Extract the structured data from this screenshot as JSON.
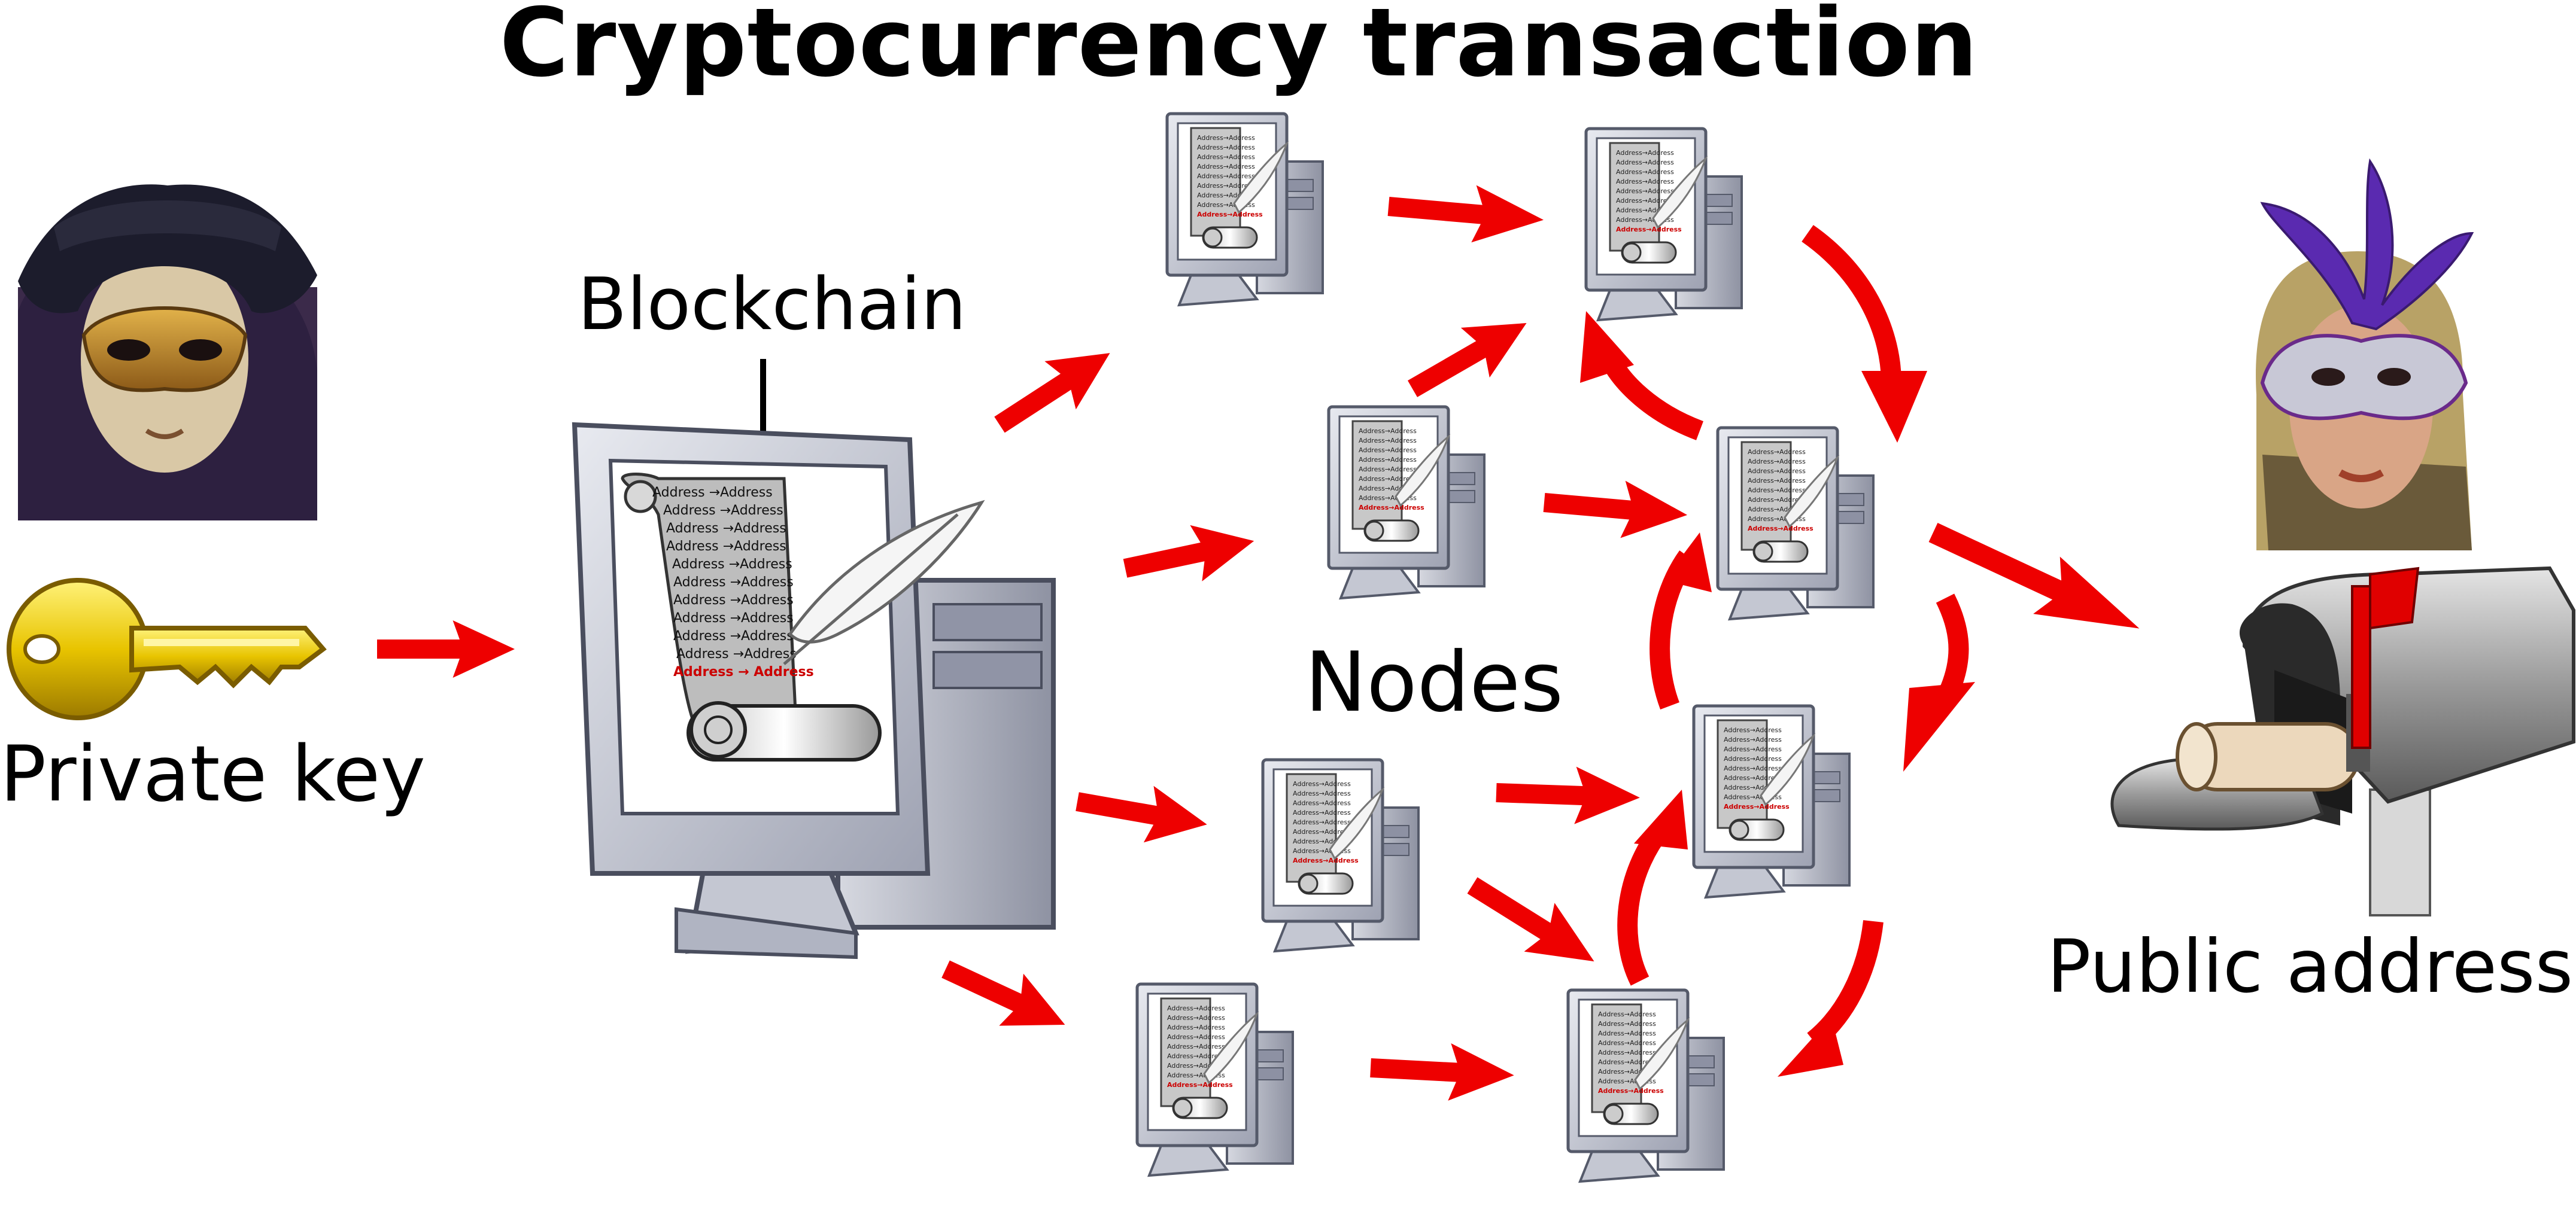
{
  "title": "Cryptocurrency transaction",
  "labels": {
    "private_key": "Private key",
    "blockchain": "Blockchain",
    "nodes": "Nodes",
    "public_address": "Public address"
  },
  "ledger": {
    "entry": "Address →Address",
    "entry_count": 10,
    "last_entry": "Address → Address",
    "last_entry_color": "#cc0000"
  },
  "colors": {
    "arrow": "#ee0000",
    "key": "#e8c400",
    "monitor": "#c9ccd6",
    "screen_border": "#5a5e6e"
  },
  "icons": [
    "masked-man-icon",
    "key-icon",
    "computer-scroll-icon",
    "node-computer-icon",
    "masked-woman-icon",
    "mailbox-icon",
    "quill-icon"
  ]
}
